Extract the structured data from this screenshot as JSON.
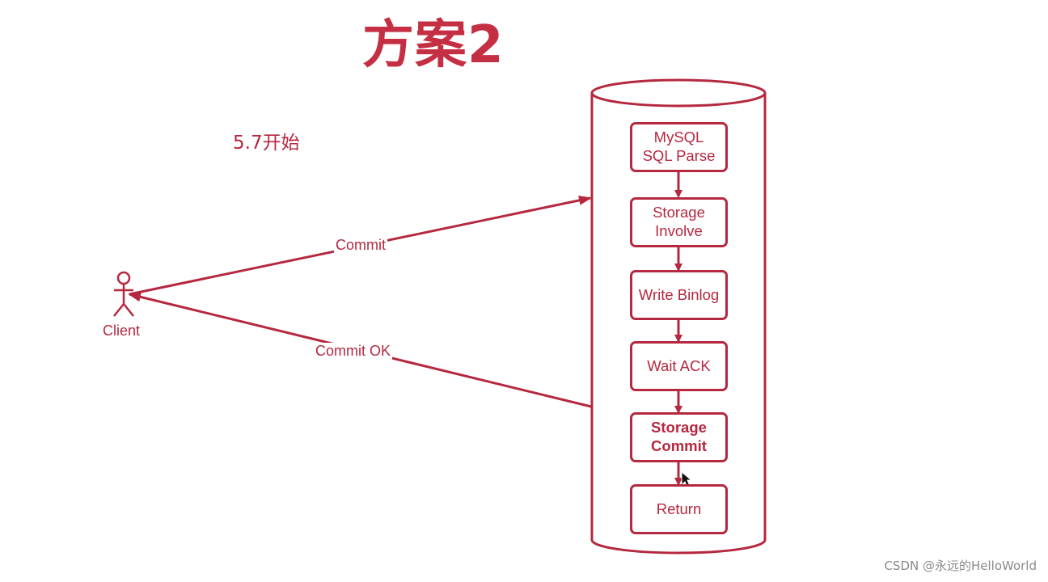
{
  "title": "方案2",
  "subtitle": "5.7开始",
  "actor": {
    "label": "Client"
  },
  "edges": {
    "commit": "Commit",
    "commit_ok": "Commit OK"
  },
  "steps": [
    {
      "label": "MySQL\nSQL Parse",
      "bold": false
    },
    {
      "label": "Storage\nInvolve",
      "bold": false
    },
    {
      "label": "Write Binlog",
      "bold": false
    },
    {
      "label": "Wait ACK",
      "bold": false
    },
    {
      "label": "Storage\nCommit",
      "bold": true
    },
    {
      "label": "Return",
      "bold": false
    }
  ],
  "colors": {
    "accent": "#b5283f",
    "title": "#c52f43",
    "watermark": "#8a8a8a"
  },
  "watermark": "CSDN @永远的HelloWorld"
}
